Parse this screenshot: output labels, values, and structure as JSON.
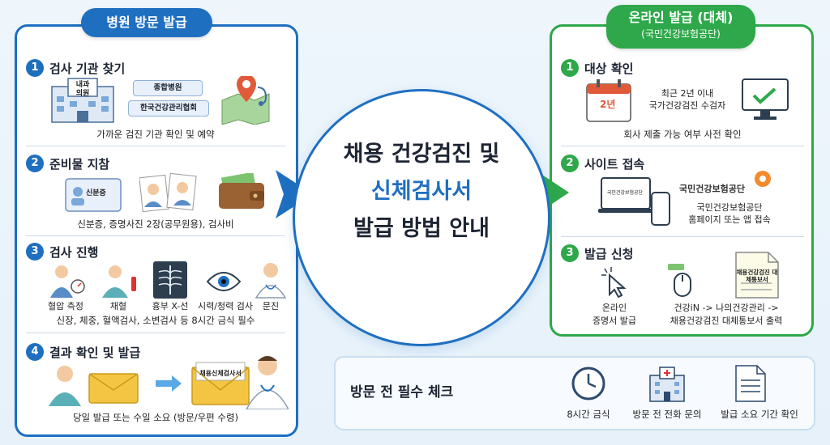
{
  "left": {
    "header": "병원 방문 발급",
    "steps": [
      {
        "num": "1",
        "title": "검사 기관 찾기",
        "caption": "가까운 검진 기관 확인 및 예약",
        "chips": [
          "종합병원",
          "한국건강관리협회"
        ],
        "building_sign": "내과\n의원"
      },
      {
        "num": "2",
        "title": "준비물 지참",
        "caption": "신분증, 증명사진 2장(공무원용), 검사비",
        "id_card_label": "신분증"
      },
      {
        "num": "3",
        "title": "검사 진행",
        "icon_labels": [
          "혈압 측정",
          "채혈",
          "흉부 X-선",
          "시력/청력 검사",
          "문진"
        ],
        "caption": "신장, 체중, 혈액검사, 소변검사 등 8시간 금식 필수"
      },
      {
        "num": "4",
        "title": "결과 확인 및 발급",
        "doc_label": "채용신체검사서",
        "caption": "당일 발급 또는 수일 소요 (방문/우편 수령)"
      }
    ]
  },
  "center": {
    "line1": "채용 건강검진 및",
    "line2": "신체검사서",
    "line3": "발급 방법 안내"
  },
  "right": {
    "header_line1": "온라인 발급 (대체)",
    "header_line2": "(국민건강보험공단)",
    "steps": [
      {
        "num": "1",
        "title": "대상 확인",
        "calendar_label": "2년",
        "text_line1": "최근 2년 이내",
        "text_line2": "국가건강검진 수검자",
        "caption": "회사 제출 가능 여부 사전 확인"
      },
      {
        "num": "2",
        "title": "사이트 접속",
        "brand": "국민건강보험공단",
        "screen_label": "국민건강보험공단",
        "text_line1": "국민건강보험공단",
        "text_line2": "홈페이지 또는 앱 접속"
      },
      {
        "num": "3",
        "title": "발급 신청",
        "doc_label": "채용건강검진 대체통보서",
        "left_line1": "온라인",
        "left_line2": "증명서 발급",
        "right_line1": "건강iN -> 나의건강관리 ->",
        "right_line2": "채용건강검진 대체통보서 출력"
      }
    ]
  },
  "checklist": {
    "title": "방문 전 필수 체크",
    "items": [
      "8시간 금식",
      "방문 전 전화 문의",
      "발급 소요 기간 확인"
    ]
  },
  "colors": {
    "blue": "#1f6fc1",
    "green": "#2ea84a"
  }
}
